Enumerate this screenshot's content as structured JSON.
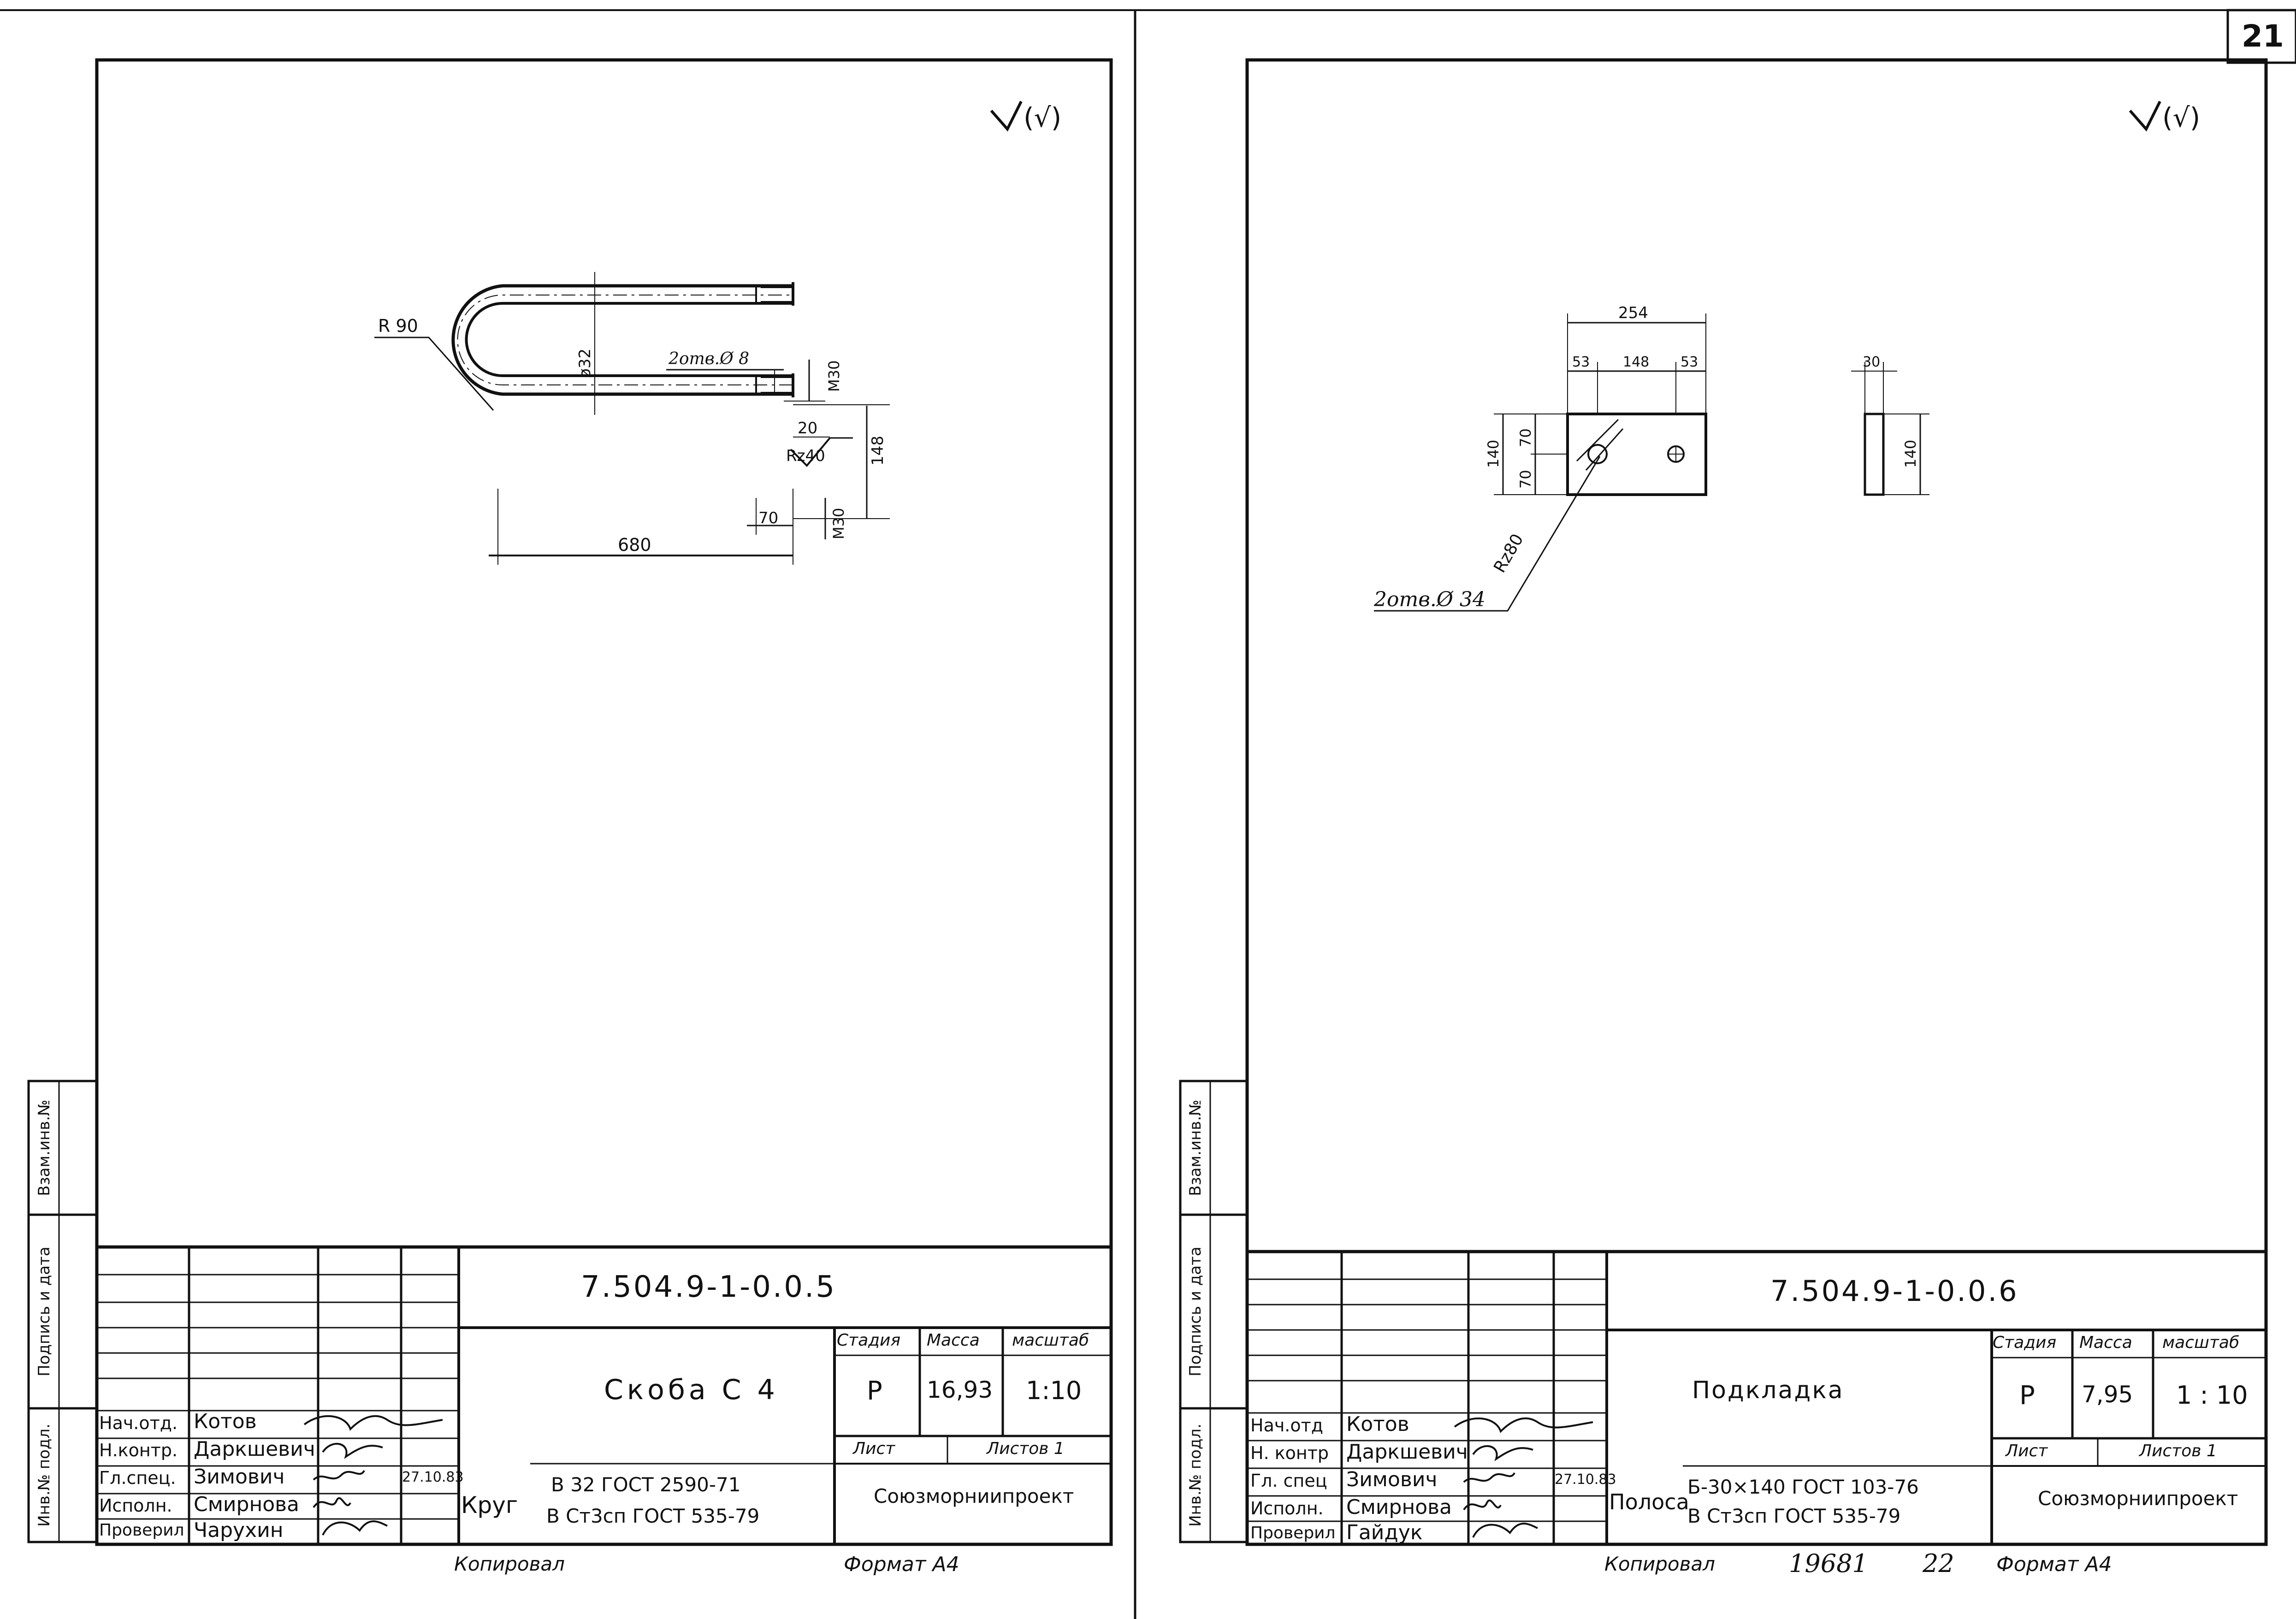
{
  "page_number": "21",
  "roughness_mark": "(√)",
  "left_sheet": {
    "dims": {
      "r90": "R 90",
      "d32": "ø32",
      "holes": "2отв.Ø 8",
      "m30_top": "M30",
      "dim148": "148",
      "dim20": "20",
      "rz40": "Rz40",
      "m30_bottom": "M30",
      "dim70": "70",
      "dim680": "680"
    },
    "side_labels": {
      "vzam": "Взам.инв.№",
      "podpis": "Подпись и дата",
      "inv": "Инв.№ подл."
    },
    "designation": "7.504.9-1-0.0.5",
    "title": "Скоба С 4",
    "headers": {
      "stage": "Стадия",
      "mass": "Масса",
      "scale": "масштаб",
      "sheet": "Лист",
      "sheets": "Листов 1"
    },
    "values": {
      "stage": "Р",
      "mass": "16,93",
      "scale": "1:10"
    },
    "roles": [
      {
        "role": "Нач.отд.",
        "name": "Котов"
      },
      {
        "role": "Н.контр.",
        "name": "Даркшевич"
      },
      {
        "role": "Гл.спец.",
        "name": "Зимович"
      },
      {
        "role": "Исполн.",
        "name": "Смирнова"
      },
      {
        "role": "Проверил",
        "name": "Чарухин"
      }
    ],
    "date": "27.10.83",
    "material_label": "Круг",
    "material_top": "В 32 ГОСТ 2590-71",
    "material_bottom": "В Ст3сп ГОСТ 535-79",
    "org": "Союзморниипроект",
    "copied": "Копировал",
    "format": "Формат А4"
  },
  "right_sheet": {
    "dims": {
      "d254": "254",
      "d53a": "53",
      "d148": "148",
      "d53b": "53",
      "d30": "30",
      "d140": "140",
      "d70a": "70",
      "d70b": "70",
      "d140side": "140",
      "rz80": "Rz80",
      "holes": "2отв.Ø 34"
    },
    "side_labels": {
      "vzam": "Взам.инв.№",
      "podpis": "Подпись и дата",
      "inv": "Инв.№ подл."
    },
    "designation": "7.504.9-1-0.0.6",
    "title": "Подкладка",
    "headers": {
      "stage": "Стадия",
      "mass": "Масса",
      "scale": "масштаб",
      "sheet": "Лист",
      "sheets": "Листов 1"
    },
    "values": {
      "stage": "Р",
      "mass": "7,95",
      "scale": "1 : 10"
    },
    "roles": [
      {
        "role": "Нач.отд",
        "name": "Котов"
      },
      {
        "role": "Н. контр",
        "name": "Даркшевич"
      },
      {
        "role": "Гл. спец",
        "name": "Зимович"
      },
      {
        "role": "Исполн.",
        "name": "Смирнова"
      },
      {
        "role": "Проверил",
        "name": "Гайдук"
      }
    ],
    "date": "27.10.83",
    "material_label": "Полоса",
    "material_top": "Б-30×140 ГОСТ 103-76",
    "material_bottom": "В Ст3сп ГОСТ 535-79",
    "org": "Союзморниипроект",
    "copied": "Копировал",
    "copy_number": "19681",
    "copy_suffix": "22",
    "format": "Формат А4"
  }
}
